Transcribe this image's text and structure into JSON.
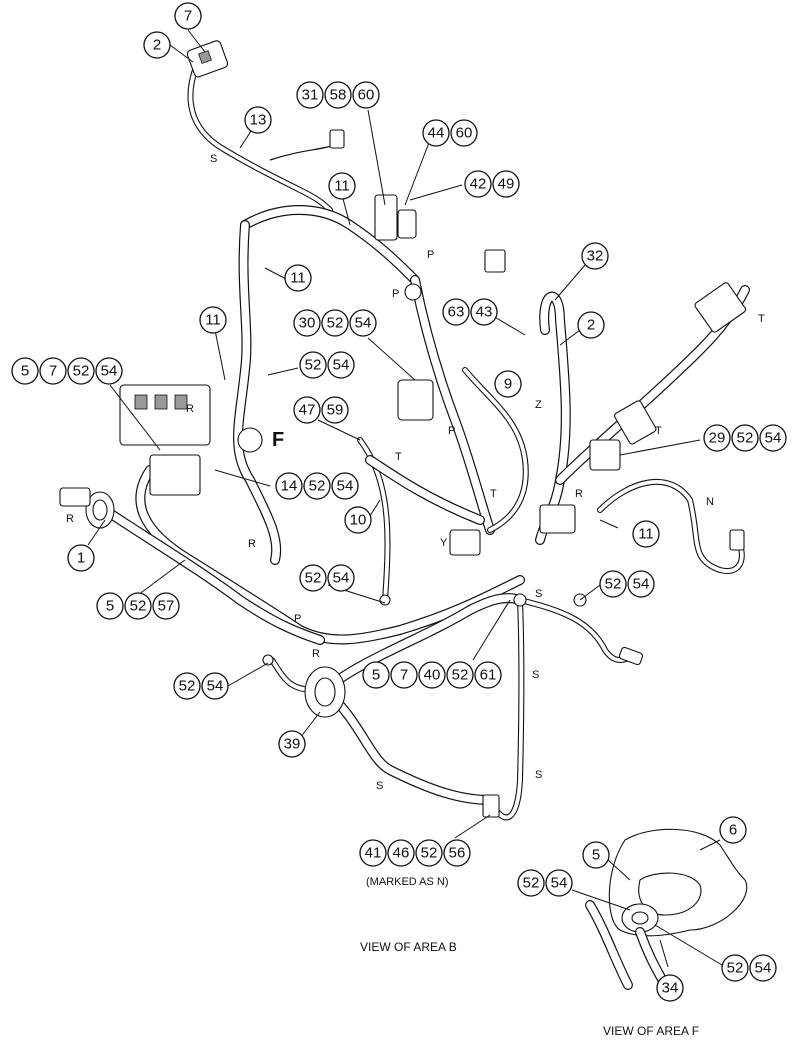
{
  "balloons": {
    "b7_top": "7",
    "b2_top": "2",
    "b13": "13",
    "b31": "31",
    "b58": "58",
    "b60a": "60",
    "b44": "44",
    "b60b": "60",
    "b42": "42",
    "b49": "49",
    "b11_a": "11",
    "b11_b": "11",
    "b11_c": "11",
    "b11_d": "11",
    "b32": "32",
    "b63": "63",
    "b43": "43",
    "b2_right": "2",
    "b30": "30",
    "b52_30": "52",
    "b54_30": "54",
    "b5_left": "5",
    "b7_left": "7",
    "b52_left": "52",
    "b54_left": "54",
    "b52_mid": "52",
    "b54_mid": "54",
    "b9": "9",
    "b47": "47",
    "b59": "59",
    "b29": "29",
    "b52_29": "52",
    "b54_29": "54",
    "b14": "14",
    "b52_14": "52",
    "b54_14": "54",
    "b1": "1",
    "b10": "10",
    "b5_bot": "5",
    "b52_bot": "52",
    "b57": "57",
    "b52_c": "52",
    "b54_c": "54",
    "b52_r": "52",
    "b54_r": "54",
    "b5_row": "5",
    "b7_row": "7",
    "b40": "40",
    "b52_row": "52",
    "b61": "61",
    "b52_ll": "52",
    "b54_ll": "54",
    "b39": "39",
    "b41": "41",
    "b46": "46",
    "b52_n": "52",
    "b56": "56",
    "b6": "6",
    "b5_f": "5",
    "b52_fl": "52",
    "b54_fl": "54",
    "b52_fr": "52",
    "b54_fr": "54",
    "b34": "34"
  },
  "letters": {
    "s1": "S",
    "p1": "P",
    "p2": "P",
    "t1": "T",
    "z1": "Z",
    "r1": "R",
    "f_big": "F",
    "t2": "T",
    "t3": "T",
    "t4": "T",
    "r2": "R",
    "n1": "N",
    "r3": "R",
    "y1": "Y",
    "r4": "R",
    "p3": "P",
    "s2": "S",
    "s3": "S",
    "r5": "R",
    "s4": "S",
    "s5": "S",
    "p4": "P"
  },
  "captions": {
    "marked_as_n": "(MARKED AS N)",
    "view_area_b": "VIEW OF AREA B",
    "view_area_f": "VIEW OF AREA F"
  }
}
